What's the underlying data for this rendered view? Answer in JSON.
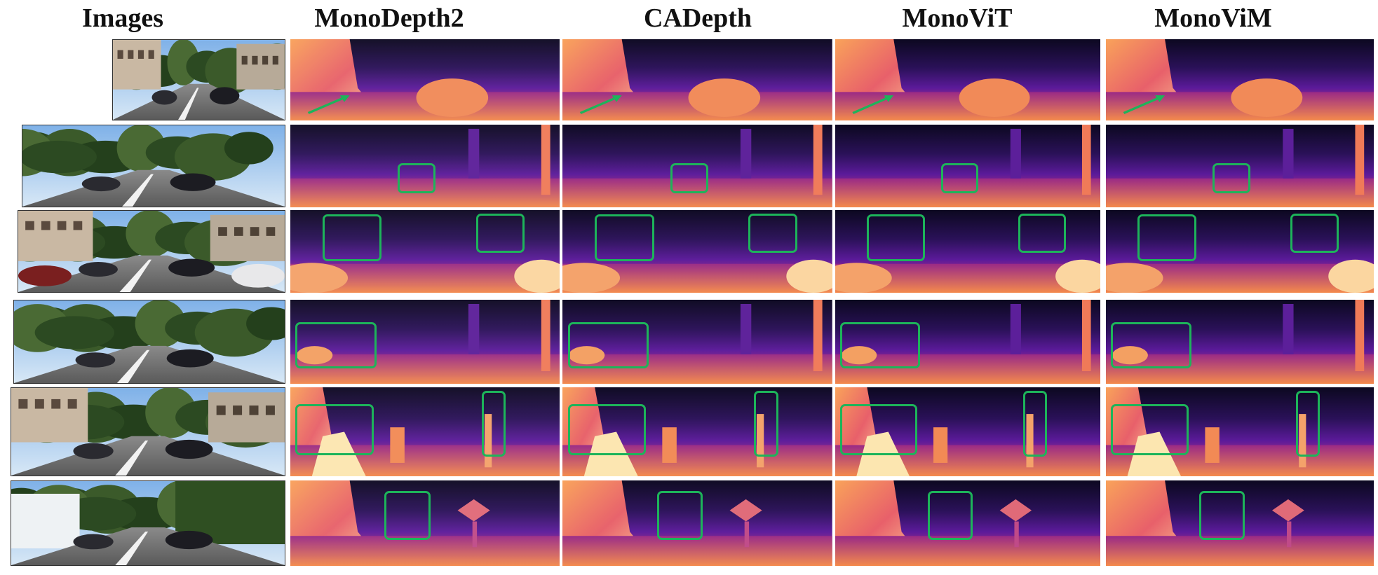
{
  "figure": {
    "columns": [
      {
        "label": "Images"
      },
      {
        "label": "MonoDepth2"
      },
      {
        "label": "CADepth"
      },
      {
        "label": "MonoViT"
      },
      {
        "label": "MonoViM"
      }
    ],
    "rows": 6,
    "highlight_color": "#1db45a",
    "colormap": "magma",
    "marker_types_per_row": [
      "arrow",
      "box",
      "box",
      "box",
      "box",
      "box"
    ]
  }
}
